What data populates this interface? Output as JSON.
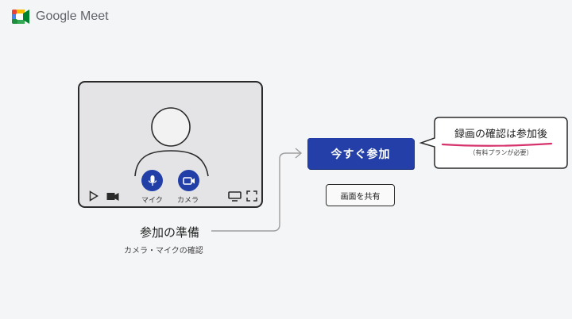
{
  "app": {
    "name": "Google Meet"
  },
  "preview": {
    "mic_label": "マイク",
    "camera_label": "カメラ"
  },
  "prep": {
    "title": "参加の準備",
    "subtitle": "カメラ・マイクの確認"
  },
  "actions": {
    "join_label": "今すぐ参加",
    "share_label": "画面を共有"
  },
  "recording_note": {
    "text": "録画の確認は参加後",
    "sub": "（有料プランが必要）"
  },
  "colors": {
    "primary": "#2440a8",
    "accent_underline": "#d6336c",
    "background": "#f4f5f7"
  },
  "icons": [
    "meet-logo-icon",
    "mic-icon",
    "camera-icon",
    "play-icon",
    "video-icon",
    "monitor-icon",
    "fullscreen-icon"
  ]
}
